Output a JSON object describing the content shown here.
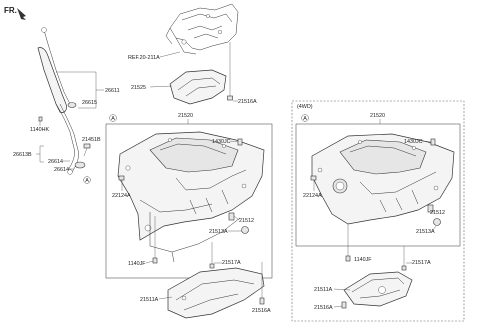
{
  "header": {
    "fr_label": "FR."
  },
  "labels": {
    "ref": "REF.20-211A",
    "l26611": "26611",
    "l26615": "26615",
    "l1140HK": "1140HK",
    "l26613B": "26613B",
    "l2145BB": "21451B",
    "l26614a": "26614",
    "l26614b": "26614",
    "l21525": "21525",
    "l21516A_top": "21516A",
    "l21520_mid": "21520",
    "l1430JC_mid": "1430JC",
    "l22124A_mid": "22124A",
    "l21512_mid": "21512",
    "l21513A_mid": "21513A",
    "l1140JF_mid": "1140JF",
    "l21517A_mid": "21517A",
    "l21511A_mid": "21511A",
    "l21516A_mid": "21516A",
    "awd": "(4WD)",
    "l21520_r": "21520",
    "l1430JC_r": "1430JC",
    "l22124A_r": "22124A",
    "l21512_r": "21512",
    "l21513A_r": "21513A",
    "l1140JF_r": "1140JF",
    "l21517A_r": "21517A",
    "l21511A_r": "21511A",
    "l21516A_r": "21516A",
    "circle_a_left": "A",
    "circle_a_mid": "A",
    "circle_a_r": "A"
  },
  "icons": [
    "arrow-icon",
    "bolt-icon",
    "plug-icon",
    "gasket-icon"
  ]
}
